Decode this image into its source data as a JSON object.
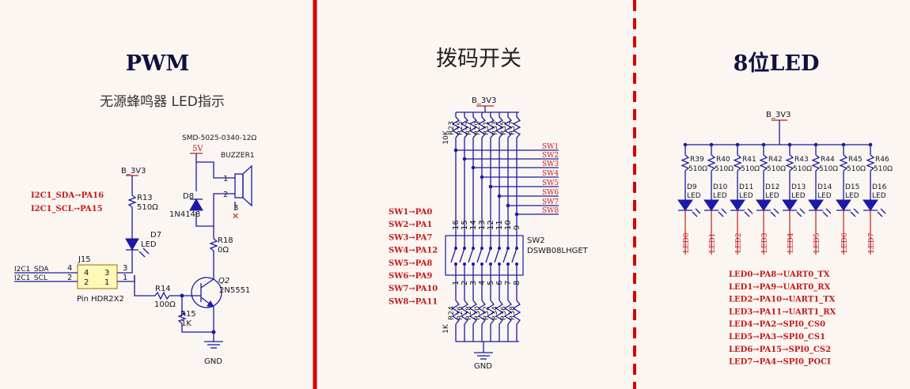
{
  "sections": {
    "pwm": {
      "title": "PWM",
      "subtitle": "无源蜂鸣器 LED指示"
    },
    "dip": {
      "title": "拨码开关"
    },
    "led": {
      "title": "8位LED"
    }
  },
  "pwm": {
    "smd_label": "SMD-5025-0340-12Ω",
    "buzzer": "BUZZER1",
    "pin1": "1",
    "pin2": "2",
    "pin3": "3",
    "power_5v": "5V",
    "b3v3": "B_3V3",
    "d8": "D8",
    "d8_part": "1N4148",
    "r13": "R13",
    "r13_val": "510Ω",
    "d7": "D7",
    "d7_val": "LED",
    "r18": "R18",
    "r18_val": "0Ω",
    "q2": "Q2",
    "q2_part": "2N5551",
    "r14": "R14",
    "r14_val": "100Ω",
    "r15": "R15",
    "r15_val": "1K",
    "gnd": "GND",
    "j15": "J15",
    "j15_part": "Pin HDR2X2",
    "j_pins": [
      "4",
      "3",
      "2",
      "1",
      "4",
      "3",
      "2",
      "1"
    ],
    "net_sda": "I2C1_SDA",
    "net_scl": "I2C1_SCL",
    "map": [
      "I2C1_SDA→PA16",
      "I2C1_SCL→PA15"
    ]
  },
  "dip": {
    "b3v3": "B_3V3",
    "gnd": "GND",
    "top_res": [
      "R23",
      "R25",
      "R27",
      "R29",
      "R31",
      "R33",
      "R35",
      "R37"
    ],
    "top_res_val": "10K",
    "bot_res": [
      "R24",
      "R26",
      "R28",
      "R30",
      "R32",
      "R34",
      "R36",
      "R38"
    ],
    "bot_res_val": "1K",
    "sw_nets": [
      "SW1",
      "SW2",
      "SW3",
      "SW4",
      "SW5",
      "SW6",
      "SW7",
      "SW8"
    ],
    "top_pins": [
      "16",
      "15",
      "14",
      "13",
      "12",
      "11",
      "10",
      "9"
    ],
    "bot_pins": [
      "1",
      "2",
      "3",
      "4",
      "5",
      "6",
      "7",
      "8"
    ],
    "sw_ref": "SW2",
    "sw_part": "DSWB08LHGET",
    "map": [
      "SW1→PA0",
      "SW2→PA1",
      "SW3→PA7",
      "SW4→PA12",
      "SW5→PA8",
      "SW6→PA9",
      "SW7→PA10",
      "SW8→PA11"
    ]
  },
  "led": {
    "b3v3": "B_3V3",
    "res": [
      "R39",
      "R40",
      "R41",
      "R42",
      "R43",
      "R44",
      "R45",
      "R46"
    ],
    "res_val": "510Ω",
    "diodes": [
      "D9",
      "D10",
      "D11",
      "D12",
      "D13",
      "D14",
      "D15",
      "D16"
    ],
    "diode_val": "LED",
    "nets": [
      "LED0",
      "LED1",
      "LED2",
      "LED3",
      "LED4",
      "LED5",
      "LED6",
      "LED7"
    ],
    "map": [
      "LED0→PA8→UART0_TX",
      "LED1→PA9→UART0_RX",
      "LED2→PA10→UART1_TX",
      "LED3→PA11→UART1_RX",
      "LED4→PA2→SPI0_CS0",
      "LED5→PA3→SPI0_CS1",
      "LED6→PA15→SPI0_CS2",
      "LED7→PA4→SPI0_POCI"
    ]
  },
  "colors": {
    "wire": "#1a1aa8",
    "net_red": "#c41a1a",
    "separator": "#d80000",
    "background": "#fbf6f1"
  }
}
